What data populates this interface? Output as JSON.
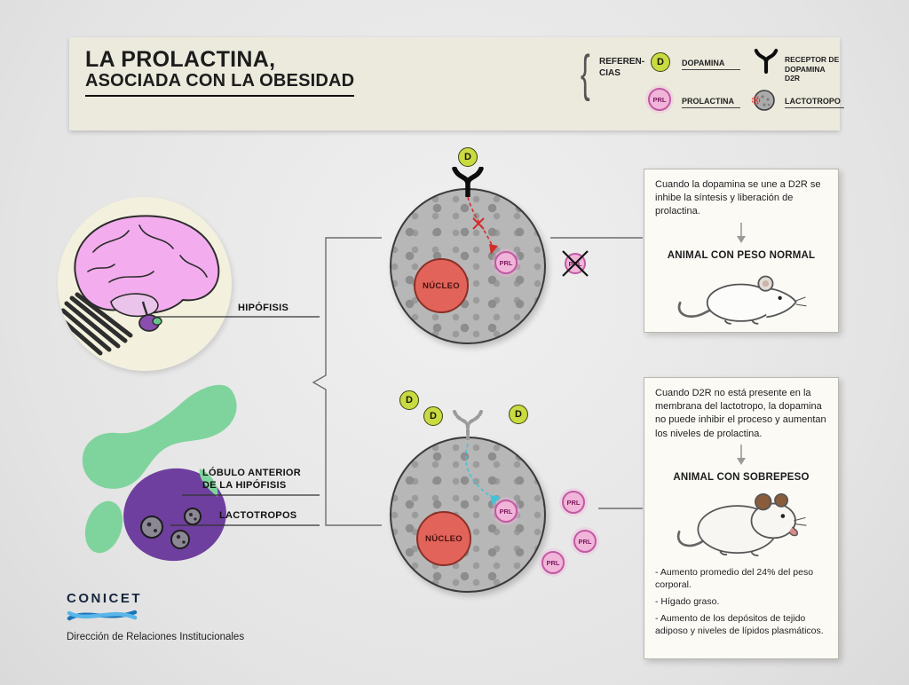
{
  "header": {
    "title_line1": "LA PROLACTINA,",
    "title_line2": "ASOCIADA CON LA OBESIDAD"
  },
  "references": {
    "brace": "{",
    "label_line1": "REFEREN-",
    "label_line2": "CIAS",
    "dopamine": {
      "badge": "D",
      "label": "DOPAMINA"
    },
    "receptor": {
      "label_line1": "RECEPTOR DE",
      "label_line2": "DOPAMINA D2R"
    },
    "prolactin": {
      "badge": "PRL",
      "label": "PROLACTINA"
    },
    "lactotrope": {
      "label": "LACTOTROPO"
    }
  },
  "anatomy": {
    "hipofisis": "HIPÓFISIS",
    "lobulo_line1": "LÓBULO ANTERIOR",
    "lobulo_line2": "DE LA HIPÓFISIS",
    "lactotropos": "LACTOTROPOS"
  },
  "cells": {
    "nucleus": "NÚCLEO",
    "d_badge": "D",
    "prl_badge": "PRL"
  },
  "panel_normal": {
    "text": "Cuando la dopamina se une a D2R se inhibe la síntesis y liberación de prolactina.",
    "subtitle": "ANIMAL CON PESO NORMAL"
  },
  "panel_overweight": {
    "text": "Cuando D2R no está presente en la membrana del lactotropo, la dopamina no puede inhibir el proceso y aumentan los niveles de prolactina.",
    "subtitle": "ANIMAL CON SOBREPESO",
    "bullets": [
      "- Aumento promedio del 24% del peso corporal.",
      "- Hígado graso.",
      "- Aumento de los depósitos de tejido adiposo y niveles de lípidos plasmáticos."
    ]
  },
  "footer": {
    "logo": "CONICET",
    "caption": "Dirección de Relaciones Institucionales"
  },
  "colors": {
    "dopamine_fill": "#cada41",
    "prolactin_fill": "#f2b5da",
    "prolactin_border": "#c159a3",
    "nucleus_fill": "#e2635a",
    "cell_fill": "#b7b7b7",
    "header_bg": "#eceadd",
    "brain_pink": "#f3adee",
    "pituitary_green": "#7fd49d",
    "pituitary_purple": "#6e3f9e",
    "conicet_blue": "#1b74b8"
  }
}
